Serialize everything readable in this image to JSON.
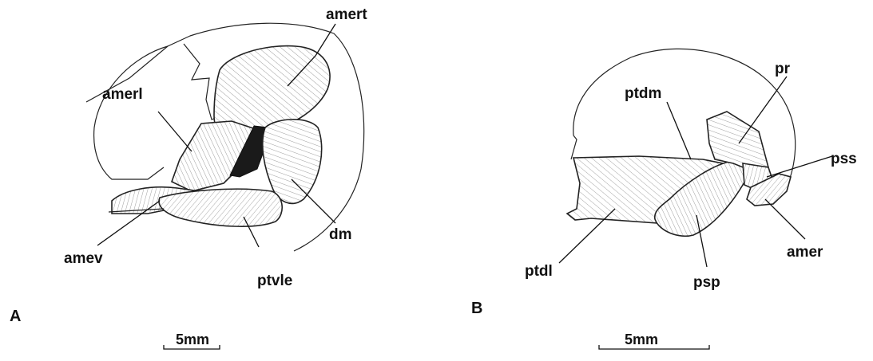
{
  "colors": {
    "ink": "#111111",
    "background": "#ffffff",
    "dark_region": "#1a1a1a"
  },
  "panel_a": {
    "letter": "A",
    "labels": {
      "amert": "amert",
      "amerl": "amerl",
      "amev": "amev",
      "ptvle": "ptvle",
      "dm": "dm"
    },
    "scale_label": "5mm"
  },
  "panel_b": {
    "letter": "B",
    "labels": {
      "pr": "pr",
      "ptdm": "ptdm",
      "pss": "pss",
      "amer": "amer",
      "psp": "psp",
      "ptdl": "ptdl"
    },
    "scale_label": "5mm"
  }
}
